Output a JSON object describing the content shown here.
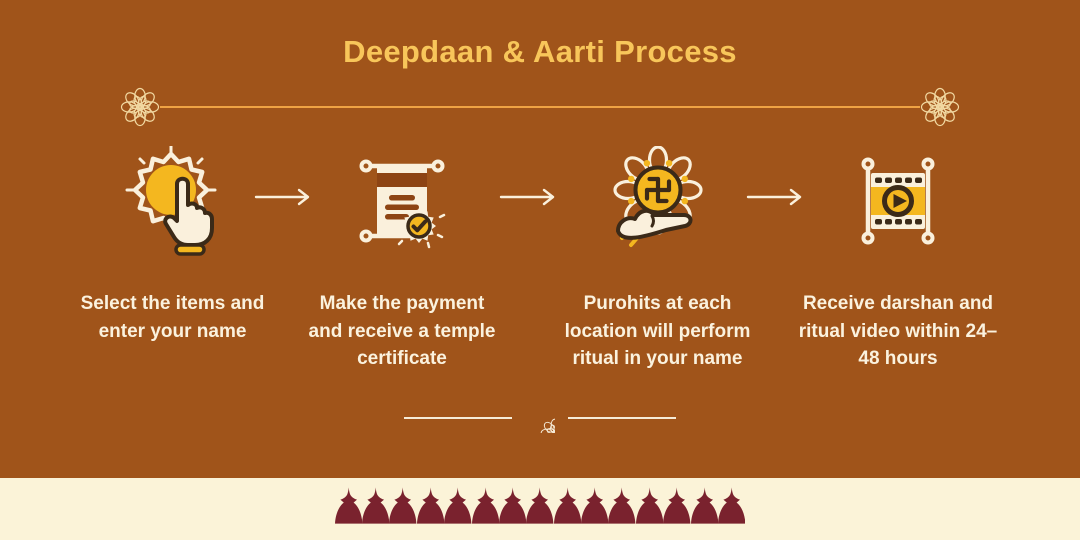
{
  "title": "Deepdaan & Aarti Process",
  "steps": [
    {
      "icon": "tap-select-icon",
      "label": "Select the items and enter your name"
    },
    {
      "icon": "certificate-icon",
      "label": "Make the payment and receive a temple certificate"
    },
    {
      "icon": "purohit-ritual-icon",
      "label": "Purohits at each location will perform ritual in your name"
    },
    {
      "icon": "ritual-video-icon",
      "label": "Receive darshan and ritual video within 24–48 hours"
    }
  ],
  "band": {
    "dome_count": 15
  },
  "colors": {
    "background": "#A0541A",
    "title_text": "#F8C65A",
    "body_text": "#FBF2DE",
    "divider_line": "#EFA344",
    "ornament_gold": "#F2D9A2",
    "divider_cream": "#F6ECD8",
    "band_background": "#FBF3D8",
    "dome_maroon": "#7A222E",
    "icon_gold": "#F4B71F",
    "icon_cream": "#FAF0DC",
    "icon_outline": "#3B2A18",
    "icon_brown": "#8D4414"
  }
}
